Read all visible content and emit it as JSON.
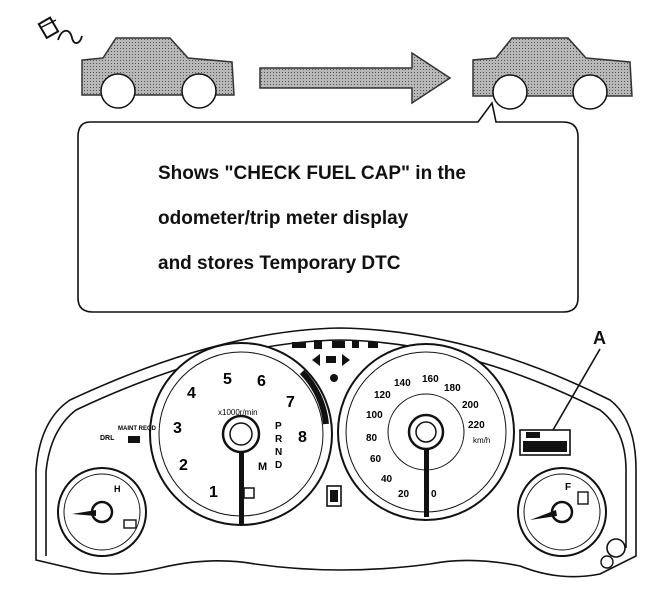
{
  "callout": {
    "line1": "Shows \"CHECK FUEL CAP\" in the",
    "line2": "odometer/trip meter display",
    "line3": "and stores Temporary DTC"
  },
  "label_a": "A",
  "tachometer": {
    "ticks": [
      "1",
      "2",
      "3",
      "4",
      "5",
      "6",
      "7",
      "8"
    ],
    "unit": "x1000r/min",
    "gears": [
      "P",
      "R",
      "N",
      "D",
      "M"
    ]
  },
  "speedometer": {
    "ticks": [
      "0",
      "20",
      "40",
      "60",
      "80",
      "100",
      "120",
      "140",
      "160",
      "180",
      "200",
      "220"
    ],
    "unit": "km/h"
  },
  "indicator_labels": {
    "drl": "DRL",
    "maint": "MAINT REQD"
  },
  "gauge_letters": {
    "temp_high": "H",
    "fuel_full": "F"
  },
  "colors": {
    "ink": "#111111",
    "car_fill": "#9a9a9a",
    "arrow_fill": "#9a9a9a"
  },
  "icons": [
    "fuel-cap-icon",
    "car-icon",
    "arrow-icon",
    "gear-indicator-icon"
  ]
}
